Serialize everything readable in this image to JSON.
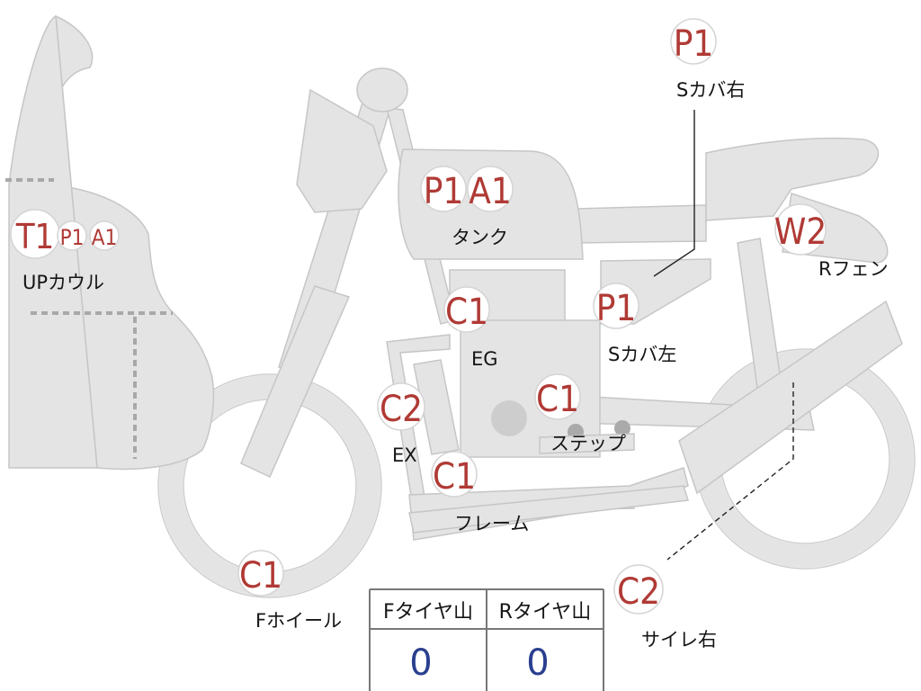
{
  "parts": [
    {
      "name": "up-cowl",
      "codes": [
        "T1",
        "P1",
        "A1"
      ],
      "label": "UPカウル"
    },
    {
      "name": "tank",
      "codes": [
        "P1",
        "A1"
      ],
      "label": "タンク"
    },
    {
      "name": "side-cover-right",
      "codes": [
        "P1"
      ],
      "label": "Sカバ右"
    },
    {
      "name": "rear-fender",
      "codes": [
        "W2"
      ],
      "label": "Rフェン"
    },
    {
      "name": "engine",
      "codes": [
        "C1"
      ],
      "label": "EG"
    },
    {
      "name": "side-cover-left",
      "codes": [
        "P1"
      ],
      "label": "Sカバ左"
    },
    {
      "name": "exhaust",
      "codes": [
        "C2"
      ],
      "label": "EX"
    },
    {
      "name": "step",
      "codes": [
        "C1"
      ],
      "label": "ステップ"
    },
    {
      "name": "frame",
      "codes": [
        "C1"
      ],
      "label": "フレーム"
    },
    {
      "name": "front-wheel",
      "codes": [
        "C1"
      ],
      "label": "Fホイール"
    },
    {
      "name": "silencer-right",
      "codes": [
        "C2"
      ],
      "label": "サイレ右"
    }
  ],
  "tire_table": {
    "front_header": "Fタイヤ山",
    "rear_header": "Rタイヤ山",
    "front_value": "0",
    "rear_value": "0"
  }
}
